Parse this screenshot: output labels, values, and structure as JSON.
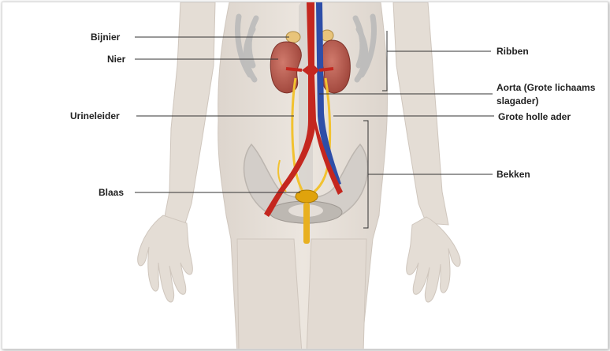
{
  "labels": {
    "bijnier": "Bijnier",
    "nier": "Nier",
    "urineleider": "Urineleider",
    "blaas": "Blaas",
    "ribben": "Ribben",
    "aorta_line1": "Aorta (Grote lichaams",
    "aorta_line2": "slagader)",
    "grote_holle_ader": "Grote holle ader",
    "bekken": "Bekken"
  },
  "colors": {
    "skin": "#e6dfd8",
    "bone": "#c9c9c9",
    "kidney": "#b8574a",
    "adrenal": "#e8c47a",
    "artery": "#c4271f",
    "vein": "#2e4ea8",
    "ureter": "#f2c230",
    "bladder": "#e0a30c",
    "leader_line": "#333333"
  }
}
